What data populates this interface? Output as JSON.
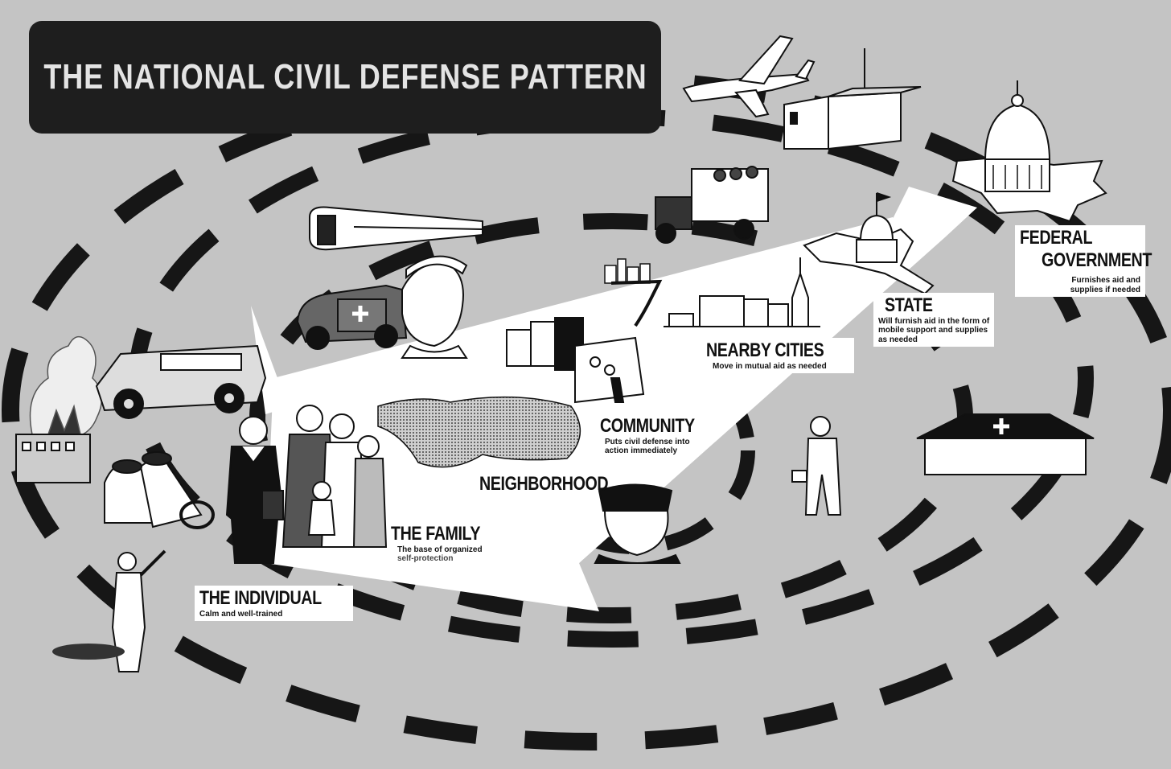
{
  "title": "THE NATIONAL CIVIL DEFENSE PATTERN",
  "colors": {
    "background": "#c4c4c4",
    "ink": "#1e1e1e",
    "arrow": "#ffffff",
    "label_fill": "#ffffff"
  },
  "levels": [
    {
      "name": "THE INDIVIDUAL",
      "desc": "Calm and well-trained"
    },
    {
      "name": "THE FAMILY",
      "desc_lines": [
        "The base of organized",
        "self-protection"
      ]
    },
    {
      "name": "NEIGHBORHOOD"
    },
    {
      "name": "COMMUNITY",
      "desc_lines": [
        "Puts civil defense into",
        "action immediately"
      ]
    },
    {
      "name": "NEARBY CITIES",
      "desc": "Move in mutual aid as needed"
    },
    {
      "name": "STATE",
      "desc_lines": [
        "Will furnish aid in the form of",
        "mobile support and supplies",
        "as needed"
      ]
    },
    {
      "name_lines": [
        "FEDERAL",
        "GOVERNMENT"
      ],
      "desc_lines": [
        "Furnishes aid and",
        "supplies if needed"
      ]
    }
  ],
  "icons": [
    "airplane-icon",
    "radio-station-icon",
    "capitol-building-icon",
    "truck-icon",
    "train-icon",
    "ambulance-icon",
    "nurse-icon",
    "fire-truck-icon",
    "fire-icon",
    "firemen-icon",
    "man-with-briefcase-icon",
    "family-icon",
    "neighborhood-map-icon",
    "control-room-icon",
    "skyline-icon",
    "town-icon",
    "state-capitol-icon",
    "policeman-icon",
    "rescue-worker-icon",
    "first-aid-station-icon",
    "warden-icon"
  ]
}
